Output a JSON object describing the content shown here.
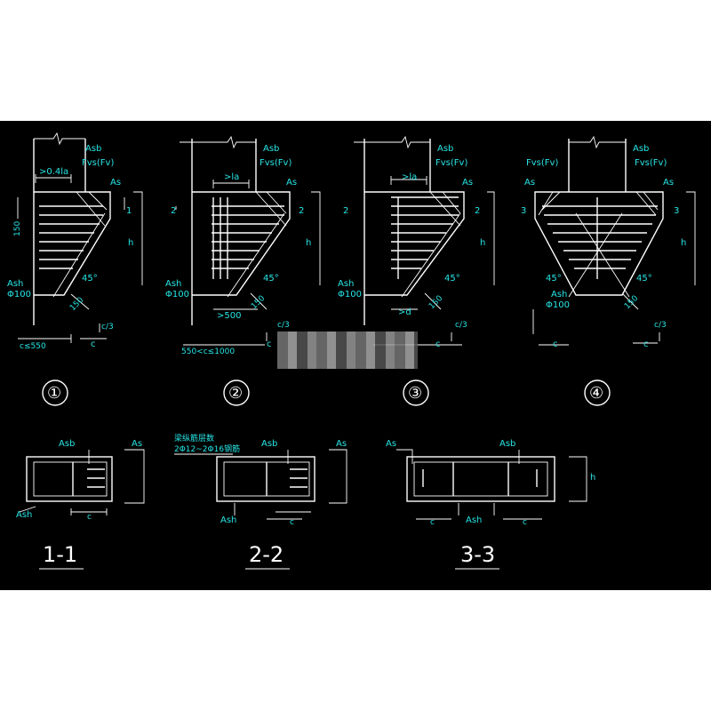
{
  "labels": {
    "asb": "Asb",
    "fvs": "Fvs(Fv)",
    "as": "As",
    "ash": "Ash",
    "phi100": "Φ100",
    "deg45": "45°",
    "h": "h",
    "c": "c",
    "c3": "c/3",
    "d150": "150",
    "d150v": "150",
    "gt04la": ">0.4la",
    "gtla": ">la",
    "gt500": ">500",
    "gtd": ">d",
    "c550": "c≤550",
    "c1000": "550<c≤1000",
    "note1": "梁纵筋层数",
    "note2": "2Φ12~2Φ16钢筋",
    "sec1": "1",
    "sec2": "2",
    "sec3": "3"
  },
  "details": [
    "①",
    "②",
    "③",
    "④"
  ],
  "sections": [
    "1-1",
    "2-2",
    "3-3"
  ],
  "colors": {
    "background": "#000000",
    "line": "#ffffff",
    "annotation": "#27e6e6"
  }
}
